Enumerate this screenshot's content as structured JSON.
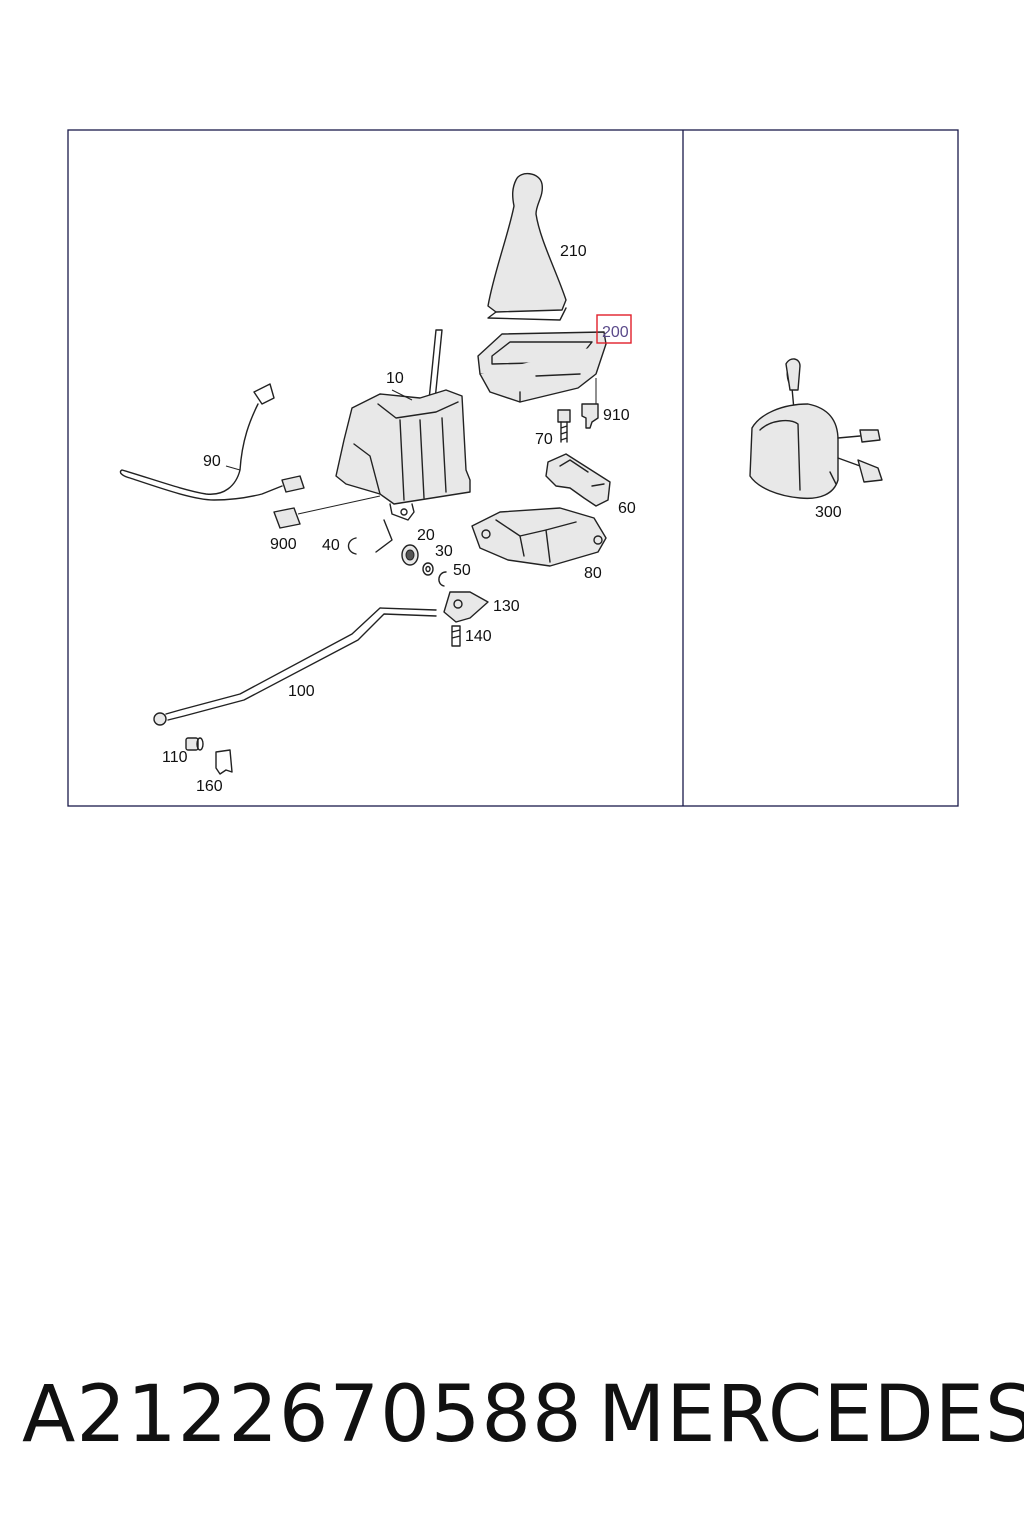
{
  "diagram": {
    "callouts": {
      "c10": "10",
      "c20": "20",
      "c30": "30",
      "c40": "40",
      "c50": "50",
      "c60": "60",
      "c70": "70",
      "c80": "80",
      "c90": "90",
      "c100": "100",
      "c110": "110",
      "c130": "130",
      "c140": "140",
      "c160": "160",
      "c200": "200",
      "c210": "210",
      "c300": "300",
      "c900": "900",
      "c910": "910"
    },
    "highlighted_callout": "200",
    "highlight_color": "#e0202a",
    "line_color": "#222222"
  },
  "footer": {
    "part_number": "A2122670588",
    "brand": "MERCEDES"
  }
}
